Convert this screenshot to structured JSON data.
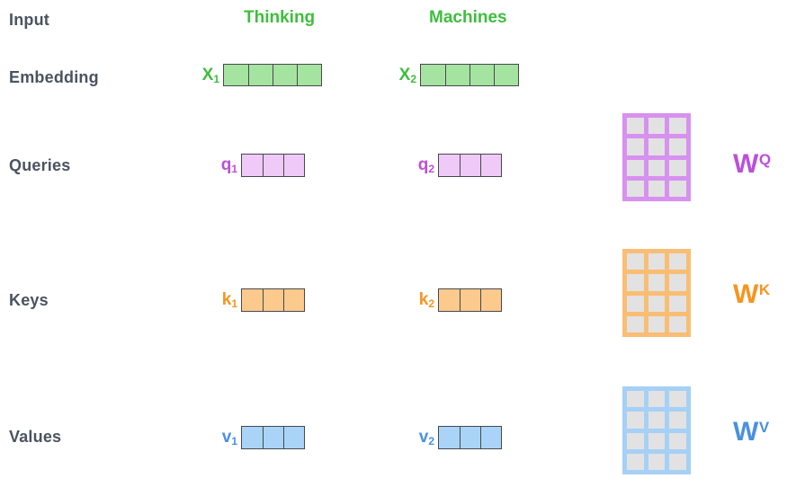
{
  "colors": {
    "background": "#ffffff",
    "label": "#4a5361",
    "green": "#3ebe3e",
    "green-fill": "#a5e3a1",
    "purple": "#bc4fd9",
    "purple-fill": "#efc9f8",
    "purple-border": "#d791ee",
    "orange": "#f7941e",
    "orange-fill": "#fcca8d",
    "orange-border": "#f9bd74",
    "blue": "#4a90e2",
    "blue-fill": "#a9d4f8",
    "blue-border": "#a6d0f5",
    "vector-border": "#46494d",
    "matrix-cell": "#e2e2e2"
  },
  "rows": {
    "input": "Input",
    "embedding": "Embedding",
    "queries": "Queries",
    "keys": "Keys",
    "values": "Values"
  },
  "words": {
    "first": "Thinking",
    "second": "Machines"
  },
  "embedding": {
    "x1": {
      "base": "X",
      "sub": "1",
      "cells": 4
    },
    "x2": {
      "base": "X",
      "sub": "2",
      "cells": 4
    }
  },
  "queries": {
    "q1": {
      "base": "q",
      "sub": "1",
      "cells": 3
    },
    "q2": {
      "base": "q",
      "sub": "2",
      "cells": 3
    },
    "weight": {
      "base": "W",
      "sup": "Q",
      "rows": 4,
      "cols": 3
    }
  },
  "keys": {
    "k1": {
      "base": "k",
      "sub": "1",
      "cells": 3
    },
    "k2": {
      "base": "k",
      "sub": "2",
      "cells": 3
    },
    "weight": {
      "base": "W",
      "sup": "K",
      "rows": 4,
      "cols": 3
    }
  },
  "values": {
    "v1": {
      "base": "v",
      "sub": "1",
      "cells": 3
    },
    "v2": {
      "base": "v",
      "sub": "2",
      "cells": 3
    },
    "weight": {
      "base": "W",
      "sup": "V",
      "rows": 4,
      "cols": 3
    }
  }
}
